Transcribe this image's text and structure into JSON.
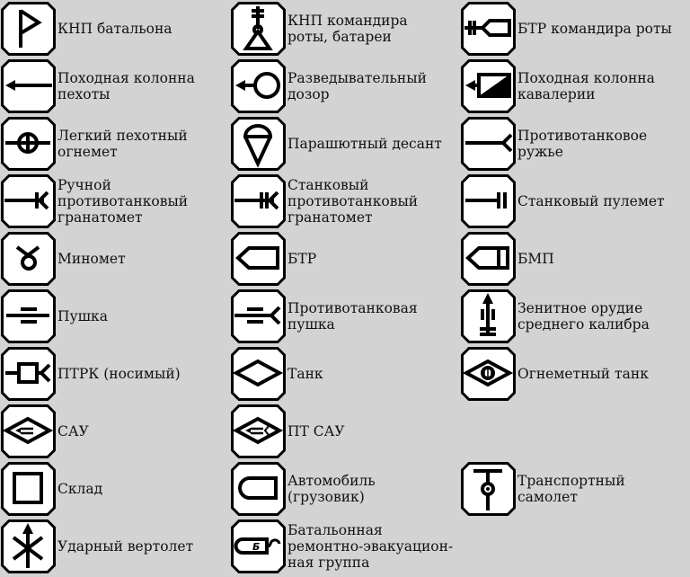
{
  "columns": [
    [
      {
        "icon": "flag-icon",
        "label": "КНП батальона"
      },
      {
        "icon": "arrow-left-icon",
        "label": "Походная колонна\nпехоты"
      },
      {
        "icon": "light-flamethrower-icon",
        "label": "Легкий пехотный\nогнемет"
      },
      {
        "icon": "hand-grenade-launcher-icon",
        "label": "Ручной\nпротивотанковый\nгранатомет"
      },
      {
        "icon": "mortar-icon",
        "label": "Миномет"
      },
      {
        "icon": "gun-icon",
        "label": "Пушка"
      },
      {
        "icon": "atgm-icon",
        "label": "ПТРК (носимый)"
      },
      {
        "icon": "sau-icon",
        "label": "САУ"
      },
      {
        "icon": "warehouse-icon",
        "label": "Склад"
      },
      {
        "icon": "attack-helicopter-icon",
        "label": "Ударный вертолет"
      }
    ],
    [
      {
        "icon": "company-command-post-icon",
        "label": "КНП командира\nроты, батареи"
      },
      {
        "icon": "recon-patrol-icon",
        "label": "Разведывательный\nдозор"
      },
      {
        "icon": "paratroopers-icon",
        "label": "Парашютный десант"
      },
      {
        "icon": "mounted-grenade-launcher-icon",
        "label": "Станковый\nпротивотанковый\nгранатомет"
      },
      {
        "icon": "apc-icon",
        "label": "БТР"
      },
      {
        "icon": "antitank-gun-icon",
        "label": "Противотанковая\nпушка"
      },
      {
        "icon": "tank-icon",
        "label": "Танк"
      },
      {
        "icon": "at-sau-icon",
        "label": "ПТ САУ"
      },
      {
        "icon": "truck-icon",
        "label": "Автомобиль\n(грузовик)"
      },
      {
        "icon": "repair-group-icon",
        "label": "Батальонная\nремонтно-эвакуацион-\nная группа",
        "icon_text": "Б"
      }
    ],
    [
      {
        "icon": "apc-commander-icon",
        "label": "БТР командира роты"
      },
      {
        "icon": "cavalry-column-icon",
        "label": "Походная колонна\nкавалерии"
      },
      {
        "icon": "antitank-rifle-icon",
        "label": "Противотанковое\nружье"
      },
      {
        "icon": "machine-gun-icon",
        "label": "Станковый пулемет"
      },
      {
        "icon": "ifv-icon",
        "label": "БМП"
      },
      {
        "icon": "aa-gun-icon",
        "label": "Зенитное орудие\nсреднего калибра"
      },
      {
        "icon": "flamethrower-tank-icon",
        "label": "Огнеметный танк"
      },
      null,
      {
        "icon": "transport-plane-icon",
        "label": "Транспортный\nсамолет"
      },
      null
    ]
  ]
}
